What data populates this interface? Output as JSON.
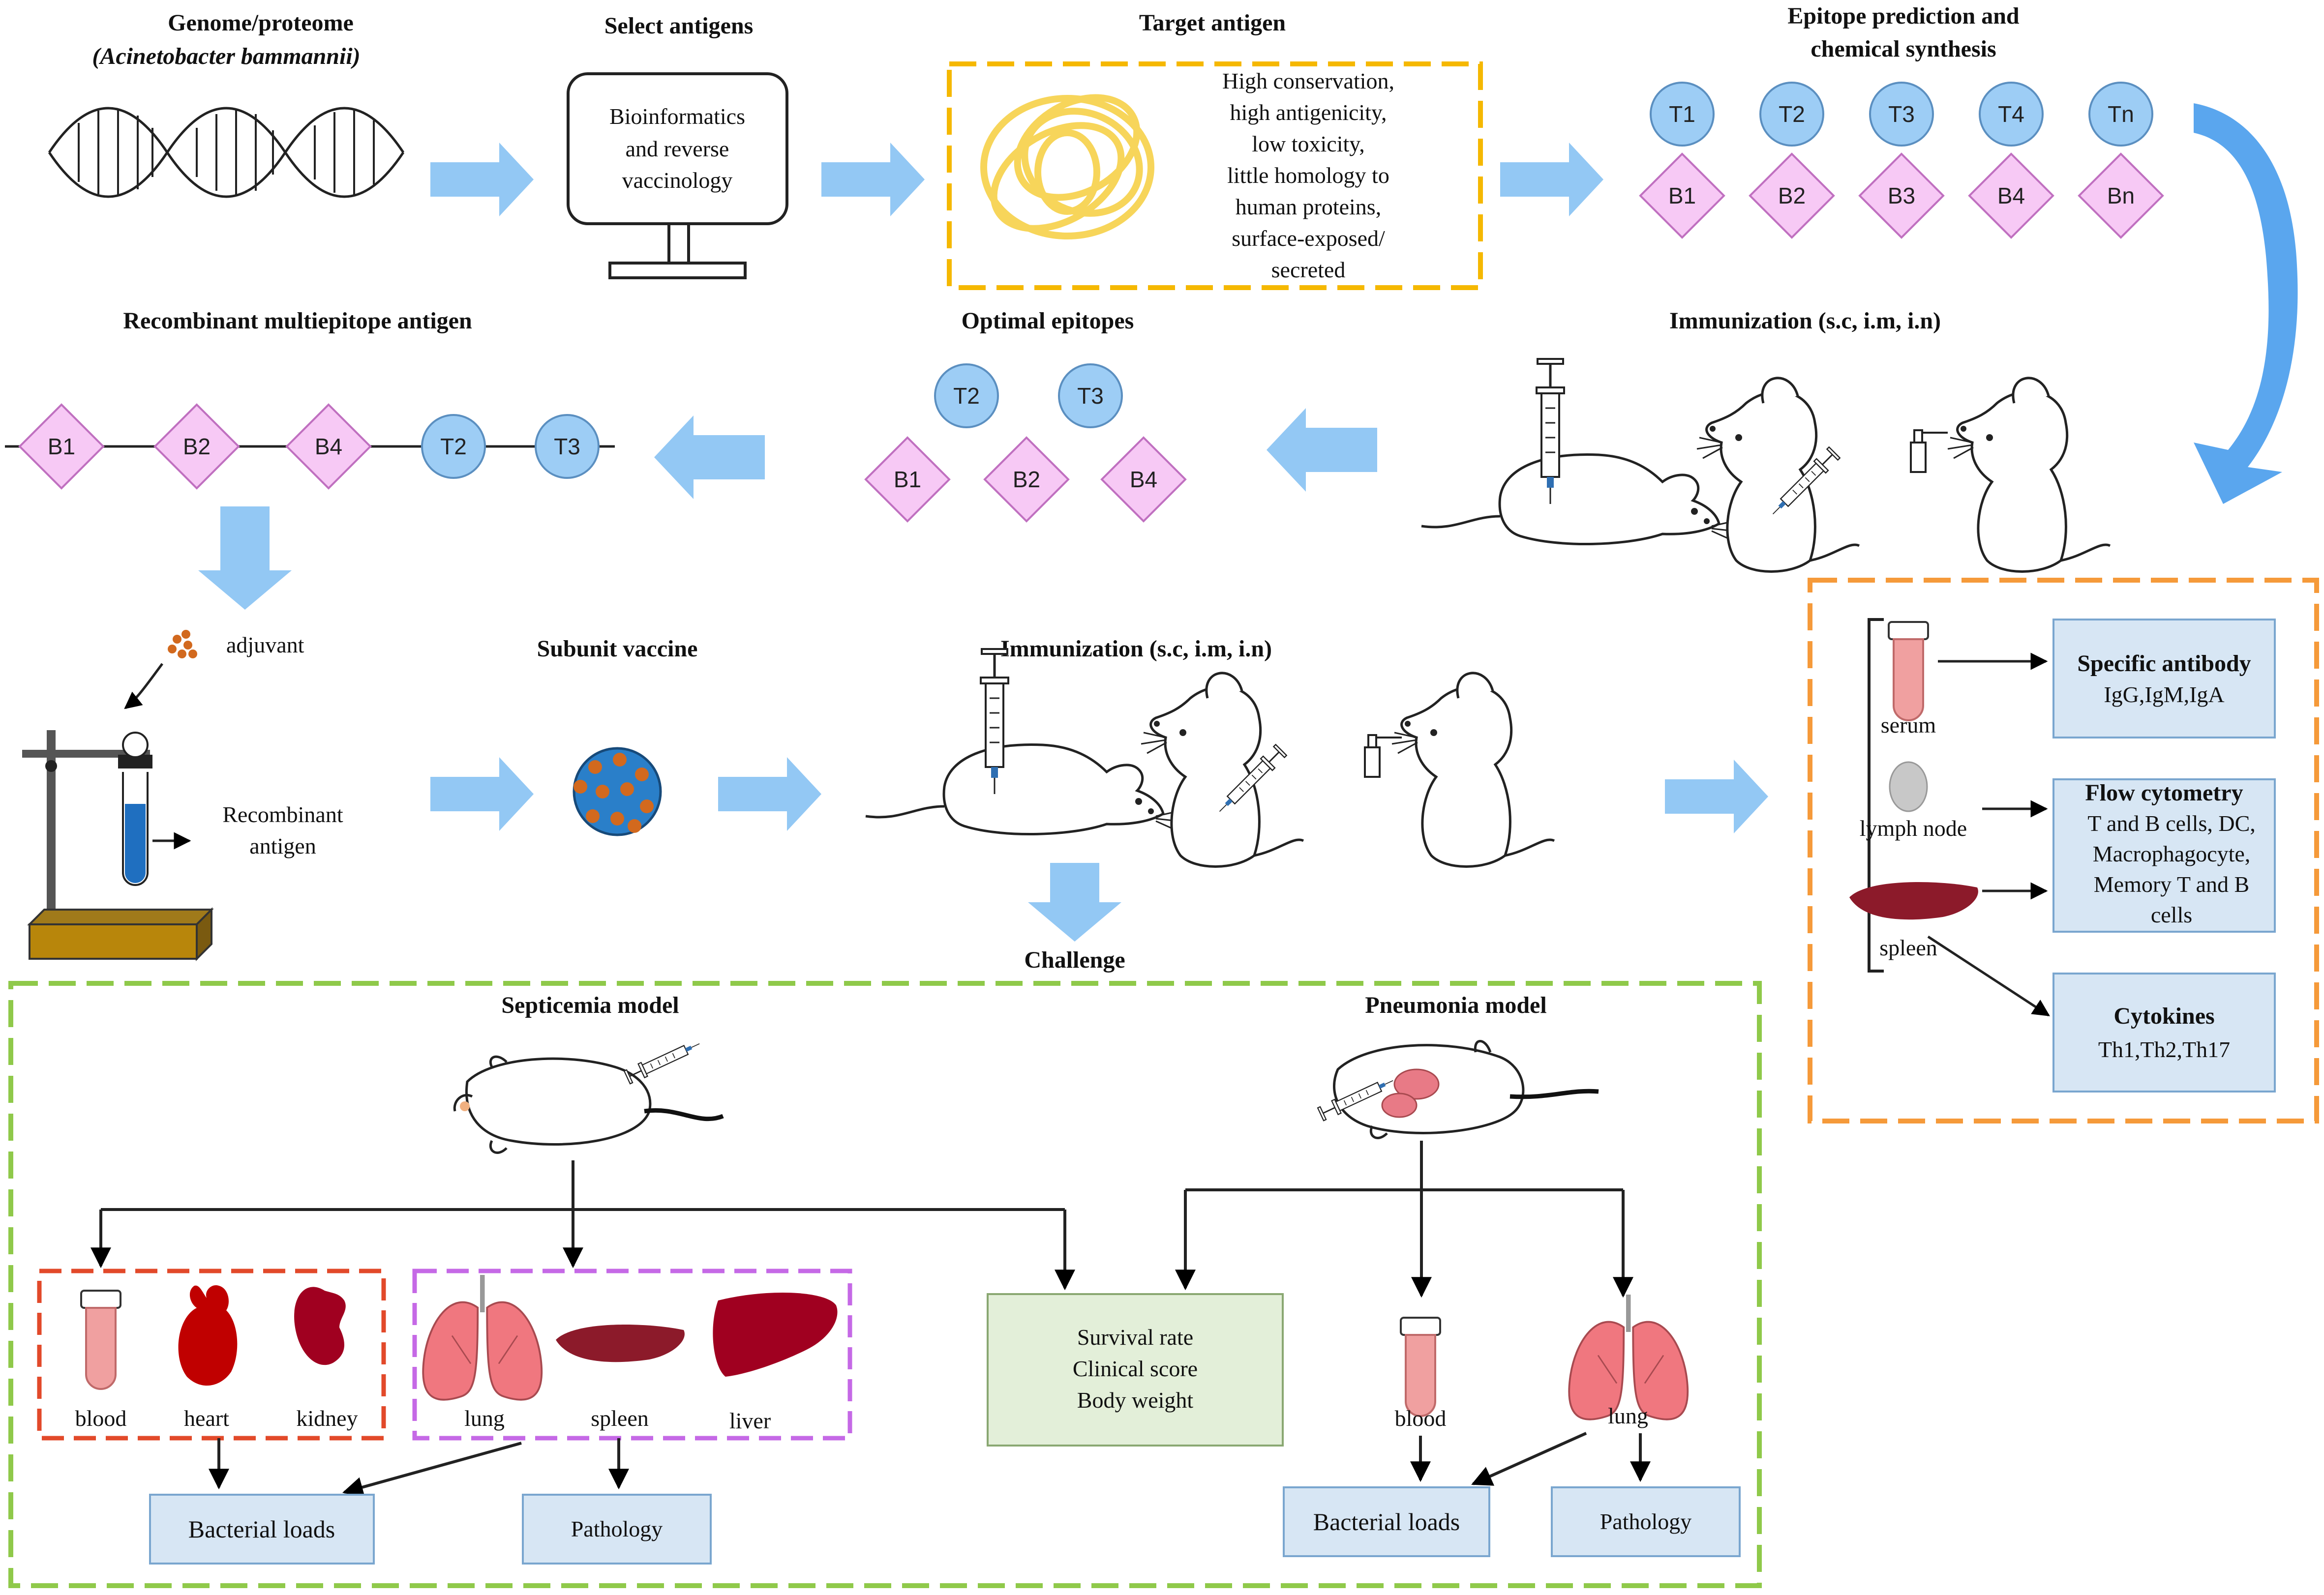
{
  "top_row": {
    "genome_title": "Genome/proteome",
    "genome_subtitle": "(Acinetobacter bammannii)",
    "select_title": "Select antigens",
    "select_lines": [
      "Bioinformatics",
      "and reverse",
      "vaccinology"
    ],
    "target_title": "Target antigen",
    "target_lines": [
      "High conservation,",
      "high antigenicity,",
      "low toxicity,",
      "little homology to",
      "human proteins,",
      "surface-exposed/",
      "secreted"
    ],
    "epitope_title_lines": [
      "Epitope prediction and",
      "chemical synthesis"
    ],
    "t_epitopes": [
      "T1",
      "T2",
      "T3",
      "T4",
      "Tn"
    ],
    "b_epitopes": [
      "B1",
      "B2",
      "B3",
      "B4",
      "Bn"
    ]
  },
  "row2": {
    "recombinant_title": "Recombinant multiepitope antigen",
    "chain": [
      "B1",
      "B2",
      "B4",
      "T2",
      "T3"
    ],
    "optimal_title": "Optimal epitopes",
    "optimal_t": [
      "T2",
      "T3"
    ],
    "optimal_b": [
      "B1",
      "B2",
      "B4"
    ],
    "immunization_title": "Immunization (s.c, i.m, i.n)"
  },
  "row3": {
    "adjuvant_label": "adjuvant",
    "recombinant_lines": [
      "Recombinant",
      "antigen"
    ],
    "subunit_title": "Subunit vaccine",
    "immunization_title": "Immunization (s.c, i.m, i.n)",
    "challenge_label": "Challenge"
  },
  "analysis": {
    "serum_label": "serum",
    "lymph_label": "lymph node",
    "spleen_label": "spleen",
    "antibody_title": "Specific antibody",
    "antibody_detail": "IgG,IgM,IgA",
    "flow_title": "Flow cytometry",
    "flow_lines": [
      "T and B cells, DC,",
      "Macrophagocyte,",
      "Memory T and B",
      "cells"
    ],
    "cytokines_title": "Cytokines",
    "cytokines_detail": "Th1,Th2,Th17"
  },
  "challenge": {
    "septicemia_title": "Septicemia model",
    "pneumonia_title": "Pneumonia model",
    "sept_organs_red": [
      "blood",
      "heart",
      "kidney"
    ],
    "sept_organs_purple": [
      "lung",
      "spleen",
      "liver"
    ],
    "bacterial_loads": "Bacterial loads",
    "pathology": "Pathology",
    "survival_lines": [
      "Survival rate",
      "Clinical score",
      "Body weight"
    ],
    "pneu_blood": "blood",
    "pneu_lung": "lung"
  },
  "colors": {
    "epitope_t_fill": "#9dcdf5",
    "epitope_b_fill": "#f7c9f5",
    "arrow_fill": "#93c8f4",
    "target_border": "#f5b800",
    "analysis_border": "#f59a3a",
    "challenge_border": "#8fc94a",
    "red_border": "#e2492a",
    "purple_border": "#c569e6",
    "result_box": "#d7e6f4",
    "survival_box": "#e3efd9",
    "organ_red": "#c00000",
    "spleen": "#8c1a1a",
    "tube_fill": "#f0a0a0"
  },
  "icons": [
    "dna-icon",
    "computer-monitor-icon",
    "tangled-protein-icon",
    "mouse-icon",
    "syringe-icon",
    "nasal-spray-icon",
    "test-tube-icon",
    "lymph-node-icon",
    "spleen-icon",
    "lung-icon",
    "heart-icon",
    "kidney-icon",
    "liver-icon",
    "vaccine-particle-icon",
    "lab-stand-icon",
    "adjuvant-dots-icon"
  ]
}
